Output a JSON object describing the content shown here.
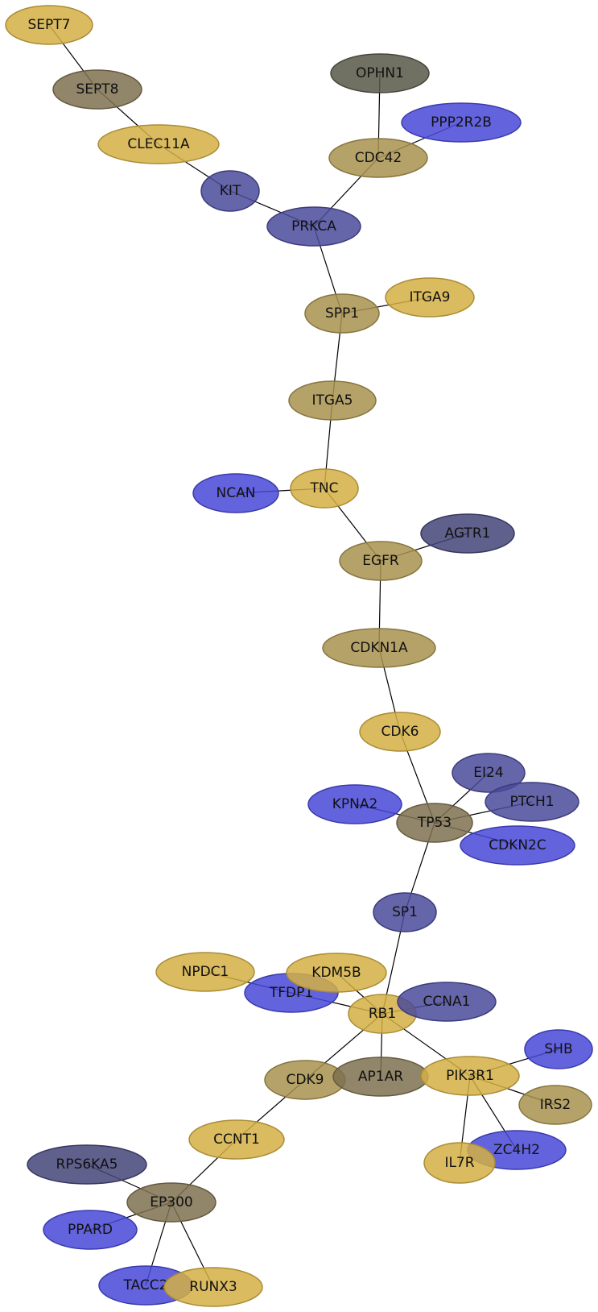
{
  "colors": {
    "gold": "#d4af44",
    "olive": "#a8924f",
    "brownish": "#7e7050",
    "dark_grey": "#585848",
    "blue": "#4848d8",
    "slate": "#4a4a9a",
    "navy": "#444478"
  },
  "nodes": [
    {
      "id": "SEPT7",
      "label": "SEPT7",
      "color": "gold"
    },
    {
      "id": "SEPT8",
      "label": "SEPT8",
      "color": "brownish"
    },
    {
      "id": "CLEC11A",
      "label": "CLEC11A",
      "color": "gold"
    },
    {
      "id": "OPHN1",
      "label": "OPHN1",
      "color": "dark_grey"
    },
    {
      "id": "PPP2R2B",
      "label": "PPP2R2B",
      "color": "blue"
    },
    {
      "id": "CDC42",
      "label": "CDC42",
      "color": "olive"
    },
    {
      "id": "KIT",
      "label": "KIT",
      "color": "slate"
    },
    {
      "id": "PRKCA",
      "label": "PRKCA",
      "color": "slate"
    },
    {
      "id": "ITGA9",
      "label": "ITGA9",
      "color": "gold"
    },
    {
      "id": "SPP1",
      "label": "SPP1",
      "color": "olive"
    },
    {
      "id": "ITGA5",
      "label": "ITGA5",
      "color": "olive"
    },
    {
      "id": "NCAN",
      "label": "NCAN",
      "color": "blue"
    },
    {
      "id": "TNC",
      "label": "TNC",
      "color": "gold"
    },
    {
      "id": "AGTR1",
      "label": "AGTR1",
      "color": "navy"
    },
    {
      "id": "EGFR",
      "label": "EGFR",
      "color": "olive"
    },
    {
      "id": "CDKN1A",
      "label": "CDKN1A",
      "color": "olive"
    },
    {
      "id": "CDK6",
      "label": "CDK6",
      "color": "gold"
    },
    {
      "id": "EI24",
      "label": "EI24",
      "color": "slate"
    },
    {
      "id": "KPNA2",
      "label": "KPNA2",
      "color": "blue"
    },
    {
      "id": "PTCH1",
      "label": "PTCH1",
      "color": "slate"
    },
    {
      "id": "TP53",
      "label": "TP53",
      "color": "brownish"
    },
    {
      "id": "CDKN2C",
      "label": "CDKN2C",
      "color": "blue"
    },
    {
      "id": "SP1",
      "label": "SP1",
      "color": "slate"
    },
    {
      "id": "NPDC1",
      "label": "NPDC1",
      "color": "gold"
    },
    {
      "id": "TFDP1",
      "label": "TFDP1",
      "color": "blue"
    },
    {
      "id": "KDM5B",
      "label": "KDM5B",
      "color": "gold"
    },
    {
      "id": "RB1",
      "label": "RB1",
      "color": "gold"
    },
    {
      "id": "CCNA1",
      "label": "CCNA1",
      "color": "slate"
    },
    {
      "id": "SHB",
      "label": "SHB",
      "color": "blue"
    },
    {
      "id": "CDK9",
      "label": "CDK9",
      "color": "olive"
    },
    {
      "id": "AP1AR",
      "label": "AP1AR",
      "color": "brownish"
    },
    {
      "id": "PIK3R1",
      "label": "PIK3R1",
      "color": "gold"
    },
    {
      "id": "IRS2",
      "label": "IRS2",
      "color": "olive"
    },
    {
      "id": "CCNT1",
      "label": "CCNT1",
      "color": "gold"
    },
    {
      "id": "ZC4H2",
      "label": "ZC4H2",
      "color": "blue"
    },
    {
      "id": "IL7R",
      "label": "IL7R",
      "color": "gold"
    },
    {
      "id": "RPS6KA5",
      "label": "RPS6KA5",
      "color": "navy"
    },
    {
      "id": "EP300",
      "label": "EP300",
      "color": "brownish"
    },
    {
      "id": "PPARD",
      "label": "PPARD",
      "color": "blue"
    },
    {
      "id": "TACC2",
      "label": "TACC2",
      "color": "blue"
    },
    {
      "id": "RUNX3",
      "label": "RUNX3",
      "color": "gold"
    }
  ],
  "edges": [
    [
      "SEPT7",
      "SEPT8"
    ],
    [
      "SEPT8",
      "CLEC11A"
    ],
    [
      "CLEC11A",
      "KIT"
    ],
    [
      "KIT",
      "PRKCA"
    ],
    [
      "OPHN1",
      "CDC42"
    ],
    [
      "PPP2R2B",
      "CDC42"
    ],
    [
      "CDC42",
      "PRKCA"
    ],
    [
      "PRKCA",
      "SPP1"
    ],
    [
      "SPP1",
      "ITGA9"
    ],
    [
      "SPP1",
      "ITGA5"
    ],
    [
      "ITGA5",
      "TNC"
    ],
    [
      "NCAN",
      "TNC"
    ],
    [
      "TNC",
      "EGFR"
    ],
    [
      "EGFR",
      "AGTR1"
    ],
    [
      "EGFR",
      "CDKN1A"
    ],
    [
      "CDKN1A",
      "CDK6"
    ],
    [
      "CDK6",
      "TP53"
    ],
    [
      "EI24",
      "TP53"
    ],
    [
      "KPNA2",
      "TP53"
    ],
    [
      "PTCH1",
      "TP53"
    ],
    [
      "CDKN2C",
      "TP53"
    ],
    [
      "TP53",
      "SP1"
    ],
    [
      "SP1",
      "RB1"
    ],
    [
      "NPDC1",
      "TFDP1"
    ],
    [
      "TFDP1",
      "RB1"
    ],
    [
      "KDM5B",
      "RB1"
    ],
    [
      "CCNA1",
      "RB1"
    ],
    [
      "RB1",
      "CDK9"
    ],
    [
      "RB1",
      "AP1AR"
    ],
    [
      "RB1",
      "PIK3R1"
    ],
    [
      "PIK3R1",
      "SHB"
    ],
    [
      "PIK3R1",
      "IRS2"
    ],
    [
      "PIK3R1",
      "ZC4H2"
    ],
    [
      "PIK3R1",
      "IL7R"
    ],
    [
      "CDK9",
      "CCNT1"
    ],
    [
      "CCNT1",
      "EP300"
    ],
    [
      "RPS6KA5",
      "EP300"
    ],
    [
      "PPARD",
      "EP300"
    ],
    [
      "EP300",
      "TACC2"
    ],
    [
      "EP300",
      "RUNX3"
    ]
  ]
}
